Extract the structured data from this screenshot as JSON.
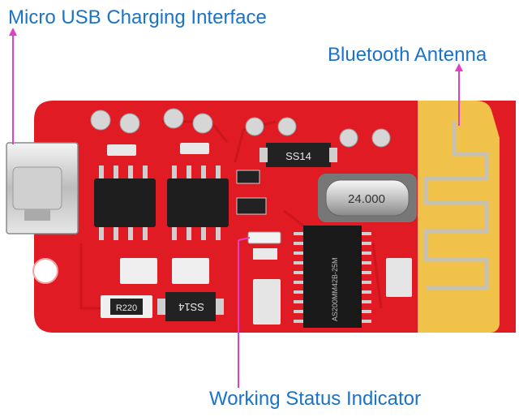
{
  "callouts": {
    "usb": "Micro USB Charging Interface",
    "antenna": "Bluetooth Antenna",
    "status": "Working Status Indicator"
  },
  "board_markings": {
    "diode_top": "SS14",
    "diode_bottom": "SS14",
    "crystal": "24.000",
    "resistor_r220": "R220",
    "bt_chip": "AS200MM42B-25M"
  },
  "colors": {
    "pcb": "#e01b24",
    "gold": "#f0c24a",
    "callout_text": "#1a73c9",
    "callout_line": "#e040c8"
  }
}
